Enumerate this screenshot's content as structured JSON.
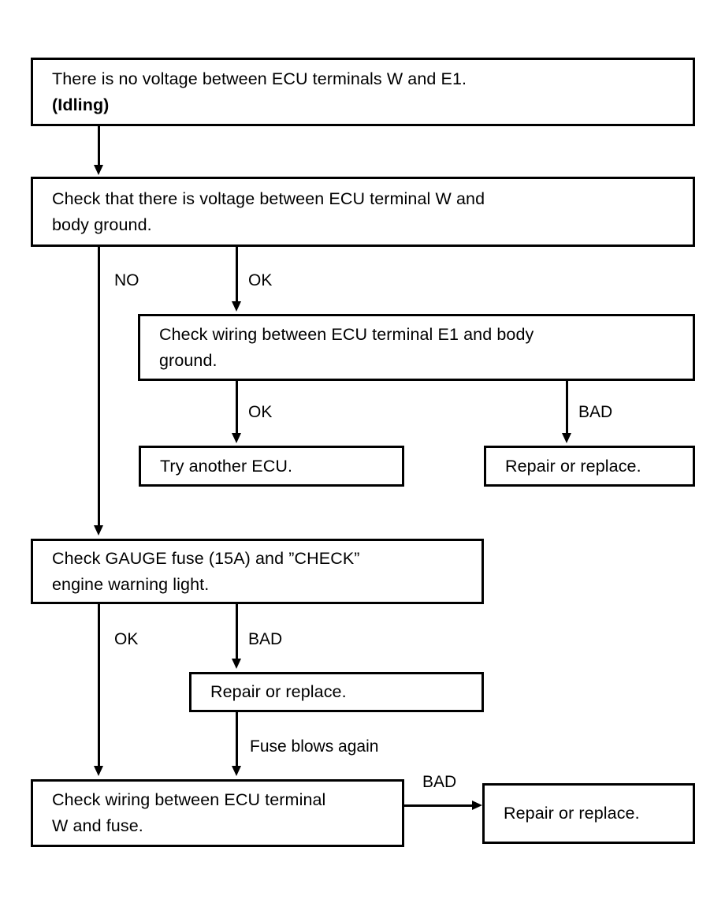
{
  "diagram": {
    "title": "ECU terminal W troubleshooting flowchart",
    "type": "flowchart",
    "ink_color": "#000000",
    "background_color": "#ffffff"
  },
  "nodes": {
    "symptom": {
      "line1": "There is no voltage between ECU terminals W and E1.",
      "line2": "(Idling)"
    },
    "check_w_body_ground": {
      "line1": "Check that there is voltage between ECU terminal W and",
      "line2": "body ground."
    },
    "check_e1_body_ground": {
      "line1": "Check wiring between ECU terminal E1 and body",
      "line2": "ground."
    },
    "try_another_ecu": {
      "line1": "Try another ECU."
    },
    "repair_or_replace_right": {
      "line1": "Repair or replace."
    },
    "check_gauge_fuse": {
      "line1": "Check GAUGE fuse (15A) and ”CHECK”",
      "line2": "engine warning light."
    },
    "repair_or_replace_mid": {
      "line1": "Repair or replace."
    },
    "check_w_and_fuse": {
      "line1": "Check wiring between ECU terminal",
      "line2": "W and fuse."
    },
    "repair_or_replace_bottom": {
      "line1": "Repair or replace."
    }
  },
  "edge_labels": {
    "no_from_check_w": "NO",
    "ok_from_check_w": "OK",
    "ok_from_check_e1": "OK",
    "bad_from_check_e1": "BAD",
    "ok_from_gauge": "OK",
    "bad_from_gauge": "BAD",
    "fuse_blows_again": "Fuse blows again",
    "bad_from_w_fuse": "BAD"
  }
}
